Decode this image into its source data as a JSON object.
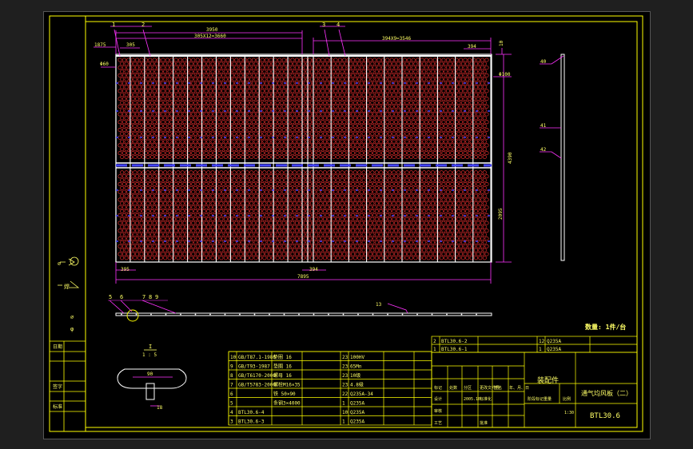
{
  "drawing": {
    "dims": {
      "d3950": "3950",
      "d305x12": "305X12=3660",
      "d394x9": "394X9=3546",
      "d394": "394",
      "d1875": "1875",
      "d305": "305",
      "d60": "Φ60",
      "d10": "10",
      "d100": "Φ100",
      "d4390": "4390",
      "d2095": "2095",
      "d395": "395",
      "d394b": "394",
      "d7895": "7895",
      "d90": "90",
      "d18": "18"
    },
    "callouts": [
      "1",
      "2",
      "3",
      "4",
      "5",
      "6",
      "7",
      "8",
      "9",
      "13"
    ],
    "side_marks": [
      "40",
      "41",
      "42"
    ],
    "section": {
      "title": "I",
      "scale": "1 : 5"
    },
    "quantity_note": "数量: 1件/台",
    "left_panel": {
      "labels": [
        "∅",
        "焊",
        "∅",
        "φ"
      ],
      "rows": [
        "日期",
        "签字",
        "标准"
      ]
    }
  },
  "bom": {
    "rows": [
      {
        "no": "10",
        "code": "GB/T87.1-1986",
        "name": "垫圈 16",
        "qty": "23",
        "material": "100HV"
      },
      {
        "no": "9",
        "code": "GB/T93-1987",
        "name": "垫圈 16",
        "qty": "23",
        "material": "65Mn"
      },
      {
        "no": "8",
        "code": "GB/T6170-2000",
        "name": "螺母 16",
        "qty": "23",
        "material": "10级"
      },
      {
        "no": "7",
        "code": "GB/T5783-2000",
        "name": "螺栓M16×35",
        "qty": "23",
        "material": "4.8级"
      },
      {
        "no": "6",
        "code": "",
        "name": "铁 50×90",
        "qty": "22",
        "material": "Q235A-34"
      },
      {
        "no": "5",
        "code": "",
        "name": "条钢3×4000",
        "qty": "1",
        "material": "Q235A"
      },
      {
        "no": "4",
        "code": "BTL30.6-4",
        "name": "",
        "qty": "10",
        "material": "Q235A"
      },
      {
        "no": "3",
        "code": "BTL30.6-3",
        "name": "",
        "qty": "1",
        "material": "Q235A"
      }
    ],
    "upper_rows": [
      {
        "no": "2",
        "code": "BTL30.6-2",
        "name": "",
        "qty": "12",
        "material": "Q235A"
      },
      {
        "no": "1",
        "code": "BTL30.6-1",
        "name": "",
        "qty": "1",
        "material": "Q235A"
      }
    ]
  },
  "title_block": {
    "assembly": "装配件",
    "name": "通气均风板（二）",
    "drawing_no": "BTL30.6",
    "scale": "1:30",
    "small": [
      "标记",
      "处数",
      "分区",
      "更改文件号",
      "签名",
      "年、月、日",
      "设计",
      "标准化",
      "审核",
      "工艺",
      "批准",
      "阶段标记",
      "重量",
      "比例"
    ],
    "date": "2005.10"
  },
  "colors": {
    "frame": "#ffff00",
    "outline": "#ffffff",
    "circles": "#ff3333",
    "bars": "#4444ff",
    "dims": "#ff33ff",
    "text": "#ffff66",
    "leader": "#00ff00"
  }
}
